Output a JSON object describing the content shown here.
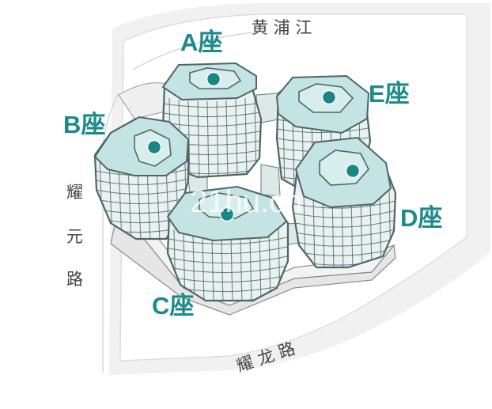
{
  "roads": {
    "north": "黄 浦 江",
    "west": [
      "耀",
      "元",
      "路"
    ],
    "south": "耀 龙 路"
  },
  "buildings": [
    {
      "id": "A",
      "label": "A座"
    },
    {
      "id": "B",
      "label": "B座"
    },
    {
      "id": "C",
      "label": "C座"
    },
    {
      "id": "D",
      "label": "D座"
    },
    {
      "id": "E",
      "label": "E座"
    }
  ],
  "watermark": "21hu.cn",
  "colors": {
    "accent": "#1b8686",
    "roof": "#c3e4e3",
    "outline": "#4e6668",
    "road_text": "#444444"
  }
}
